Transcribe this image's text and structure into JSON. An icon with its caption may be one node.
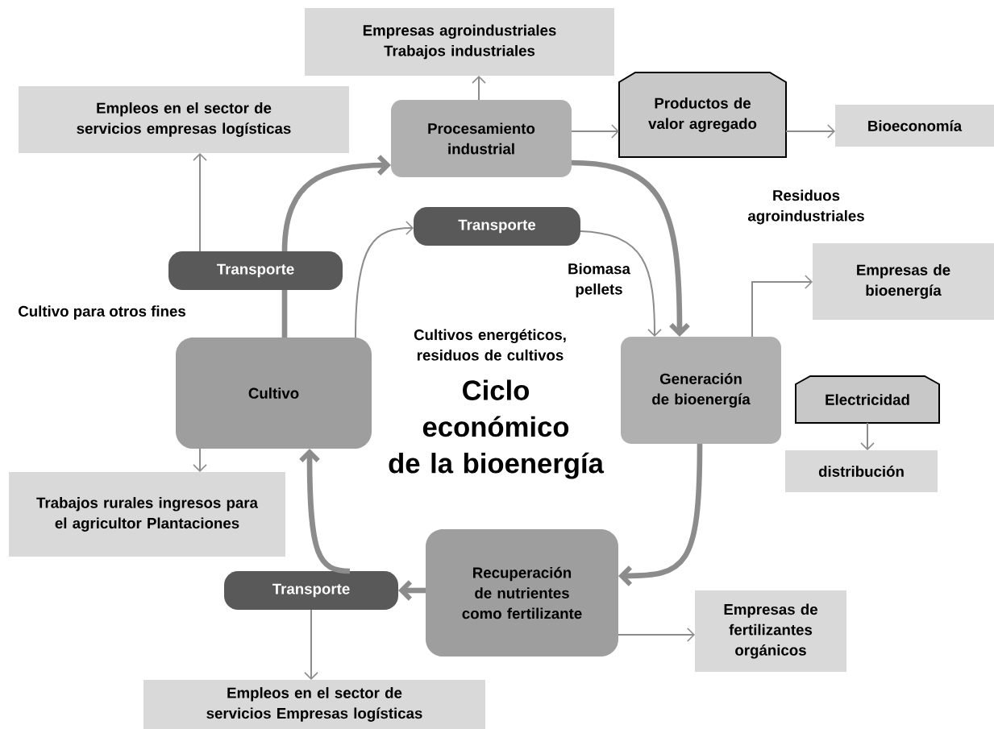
{
  "diagram": {
    "title": "Ciclo económico de la bioenergía",
    "nodes": [
      {
        "text": [
          "Empresas agroindustriales Trabajos industriales"
        ]
      },
      {
        "text": [
          "Empleos en el sector de servicios empresas logísticas"
        ]
      },
      {
        "text": [
          "Procesamiento industrial"
        ]
      },
      {
        "text": [
          "Productos de valor agregado"
        ]
      },
      {
        "text": [
          "Bioeconomía"
        ]
      },
      {
        "text": [
          "Transporte"
        ]
      },
      {
        "text": [
          "Transporte"
        ]
      },
      {
        "text": [
          "Cultivo"
        ]
      },
      {
        "text": [
          "Generación de bioenergía"
        ]
      },
      {
        "text": [
          "Empresas de bioenergía"
        ]
      },
      {
        "text": [
          "Electricidad"
        ]
      },
      {
        "text": [
          "distribución"
        ]
      },
      {
        "text": [
          "Trabajos rurales ingresos para el agricultor Plantaciones"
        ]
      },
      {
        "text": [
          "Recuperación de nutrientes como fertilizante"
        ]
      },
      {
        "text": [
          "Transporte"
        ]
      },
      {
        "text": [
          "Empresas de fertilizantes orgánicos"
        ]
      },
      {
        "text": [
          "Empleos en el sector de servicios Empresas logísticas"
        ]
      }
    ],
    "edges": [
      {
        "from": 2,
        "to": 0,
        "arrow": "to"
      },
      {
        "from": 5,
        "to": 1,
        "arrow": "to"
      },
      {
        "from": 7,
        "to": 5,
        "arrow": "none",
        "style": "thick"
      },
      {
        "from": 5,
        "to": 2,
        "arrow": "to",
        "style": "thick"
      },
      {
        "from": 2,
        "to": 3,
        "arrow": "to"
      },
      {
        "from": 3,
        "to": 4,
        "arrow": "to"
      },
      {
        "from": 7,
        "to": 6,
        "arrow": "to"
      },
      {
        "from": 6,
        "to": 8,
        "arrow": "to"
      },
      {
        "from": 2,
        "to": 8,
        "arrow": "to",
        "style": "thick"
      },
      {
        "from": 8,
        "to": 9,
        "arrow": "to"
      },
      {
        "from": 10,
        "to": 11,
        "arrow": "to"
      },
      {
        "from": 8,
        "to": 13,
        "arrow": "to",
        "style": "thick"
      },
      {
        "from": 13,
        "to": 14,
        "arrow": "to",
        "style": "thick"
      },
      {
        "from": 14,
        "to": 7,
        "arrow": "to",
        "style": "thick"
      },
      {
        "from": 7,
        "to": 12,
        "arrow": "to"
      },
      {
        "from": 13,
        "to": 15,
        "arrow": "to"
      },
      {
        "from": 14,
        "to": 16,
        "arrow": "to"
      }
    ],
    "labels": [
      "Residuos agroindustriales",
      "Biomasa pellets",
      "Cultivo para otros fines",
      "Cultivos energéticos, residuos de cultivos"
    ]
  }
}
